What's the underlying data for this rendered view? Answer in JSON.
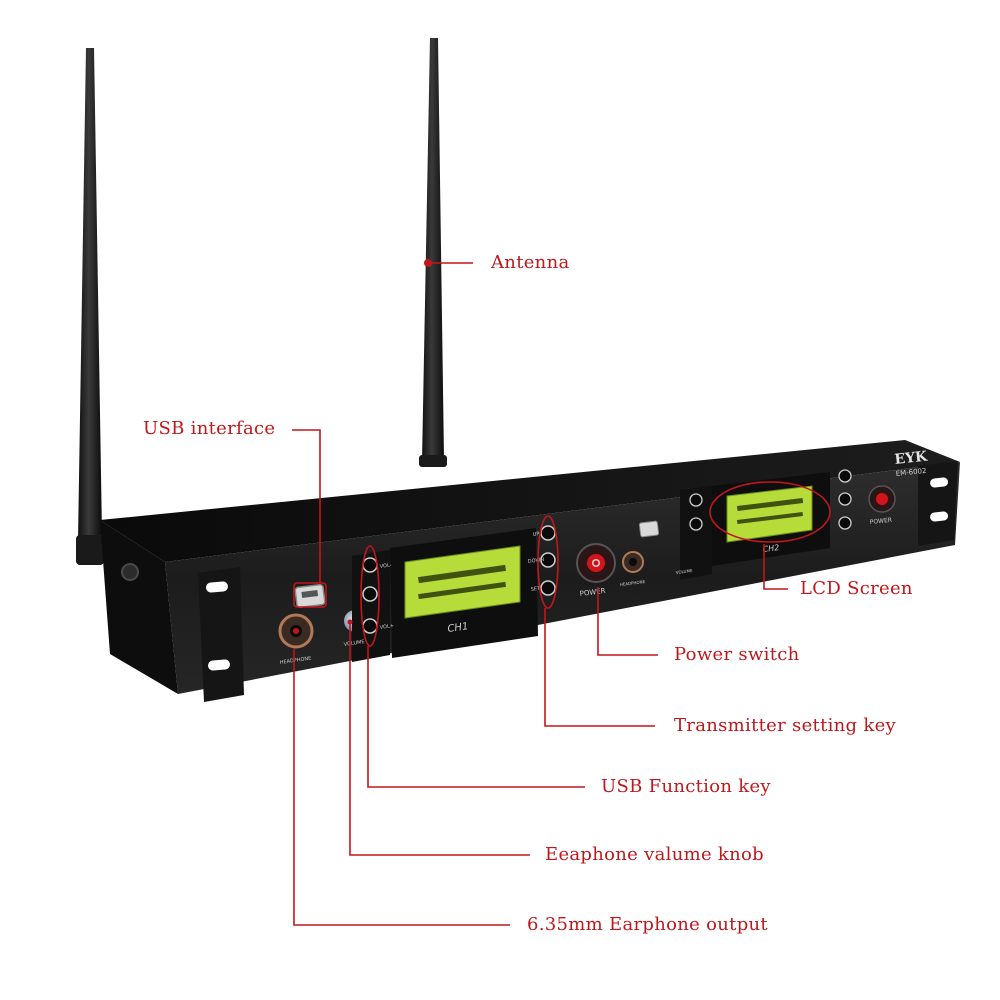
{
  "colors": {
    "callout": "#c0171c",
    "chassis": "#141414",
    "lcd": "#b6dc3a",
    "led": "#d4141b"
  },
  "device": {
    "brand": "EYK",
    "model": "EM-6002",
    "ch1_label": "CH1",
    "ch2_label": "CH2",
    "power_label": "POWER",
    "headphone_label": "HEADPHONE",
    "volume_label": "VOLUME",
    "usb_keys": [
      "VOL-",
      "VOL+"
    ],
    "transmitter_keys": [
      "UP",
      "DOWN",
      "SET"
    ]
  },
  "callouts": {
    "antenna": "Antenna",
    "usb_interface": "USB interface",
    "lcd_screen": "LCD Screen",
    "power_switch": "Power switch",
    "transmitter_setting_key": "Transmitter setting key",
    "usb_function_key": "USB Function key",
    "volume_knob": "Eeaphone valume knob",
    "earphone_output": "6.35mm Earphone output"
  }
}
